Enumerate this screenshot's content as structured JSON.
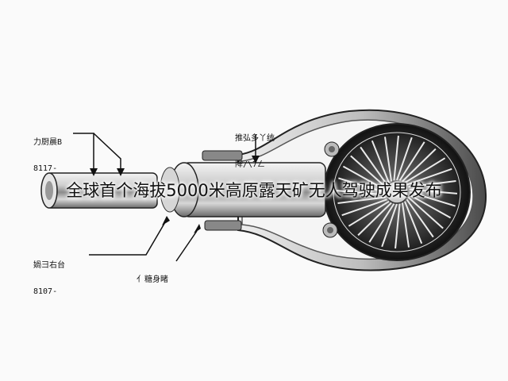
{
  "caption": "全球首个海拔5000米高原露天矿无人驾驶成果发布",
  "callouts": {
    "left_top": {
      "line1": "力厨晨B",
      "line2": "8117-"
    },
    "left_bottom": {
      "line1": "媧⺕右台",
      "line2": "8107-"
    },
    "top_right": {
      "line1": "推弘多丫统",
      "line2": "降/\\7ㄥ"
    },
    "bottom_mid": {
      "line1": "亻糖身睹"
    }
  }
}
